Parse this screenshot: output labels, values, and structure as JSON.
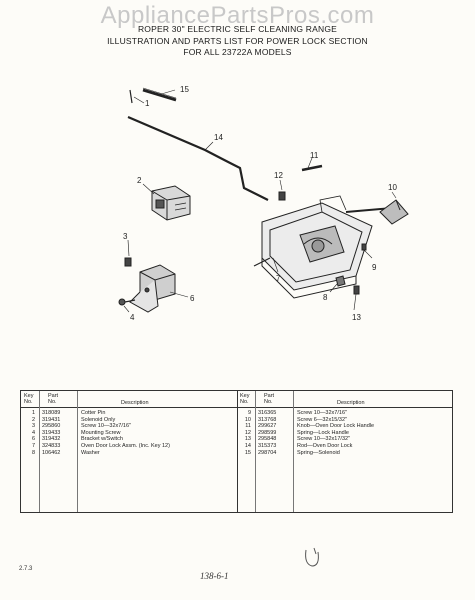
{
  "watermark": "AppliancePartsPros.com",
  "header": {
    "line1": "ROPER 30\" ELECTRIC SELF CLEANING RANGE",
    "line2": "ILLUSTRATION AND PARTS LIST FOR POWER LOCK SECTION",
    "line3": "FOR ALL 23722A MODELS"
  },
  "callouts": [
    "1",
    "2",
    "3",
    "4",
    "6",
    "7",
    "8",
    "9",
    "10",
    "11",
    "12",
    "13",
    "14",
    "15"
  ],
  "table": {
    "headers": {
      "key_line1": "Key",
      "key_line2": "No.",
      "part_line1": "Part",
      "part_line2": "No.",
      "description": "Description"
    },
    "left_rows": [
      {
        "key": "1",
        "part": "318089",
        "desc": "Cotter Pin"
      },
      {
        "key": "2",
        "part": "319431",
        "desc": "Solenoid Only"
      },
      {
        "key": "3",
        "part": "295860",
        "desc": "Screw 10—32x7/16\""
      },
      {
        "key": "4",
        "part": "319433",
        "desc": "Mounting Screw"
      },
      {
        "key": "6",
        "part": "319432",
        "desc": "Bracket w/Switch"
      },
      {
        "key": "7",
        "part": "324833",
        "desc": "Oven Door Lock Assm. (Inc. Key 12)"
      },
      {
        "key": "8",
        "part": "106462",
        "desc": "Washer"
      }
    ],
    "right_rows": [
      {
        "key": "9",
        "part": "316365",
        "desc": "Screw 10—32x7/16\""
      },
      {
        "key": "10",
        "part": "313768",
        "desc": "Screw 6—32x15/32\""
      },
      {
        "key": "11",
        "part": "299627",
        "desc": "Knob—Oven Door Lock Handle"
      },
      {
        "key": "12",
        "part": "298599",
        "desc": "Spring—Lock Handle"
      },
      {
        "key": "13",
        "part": "295848",
        "desc": "Screw 10—32x17/32\""
      },
      {
        "key": "14",
        "part": "315373",
        "desc": "Rod—Oven Door Lock"
      },
      {
        "key": "15",
        "part": "298704",
        "desc": "Spring—Solenoid"
      }
    ]
  },
  "footer": {
    "page_ref": "2.7.3",
    "handwritten": "138-6-1"
  }
}
